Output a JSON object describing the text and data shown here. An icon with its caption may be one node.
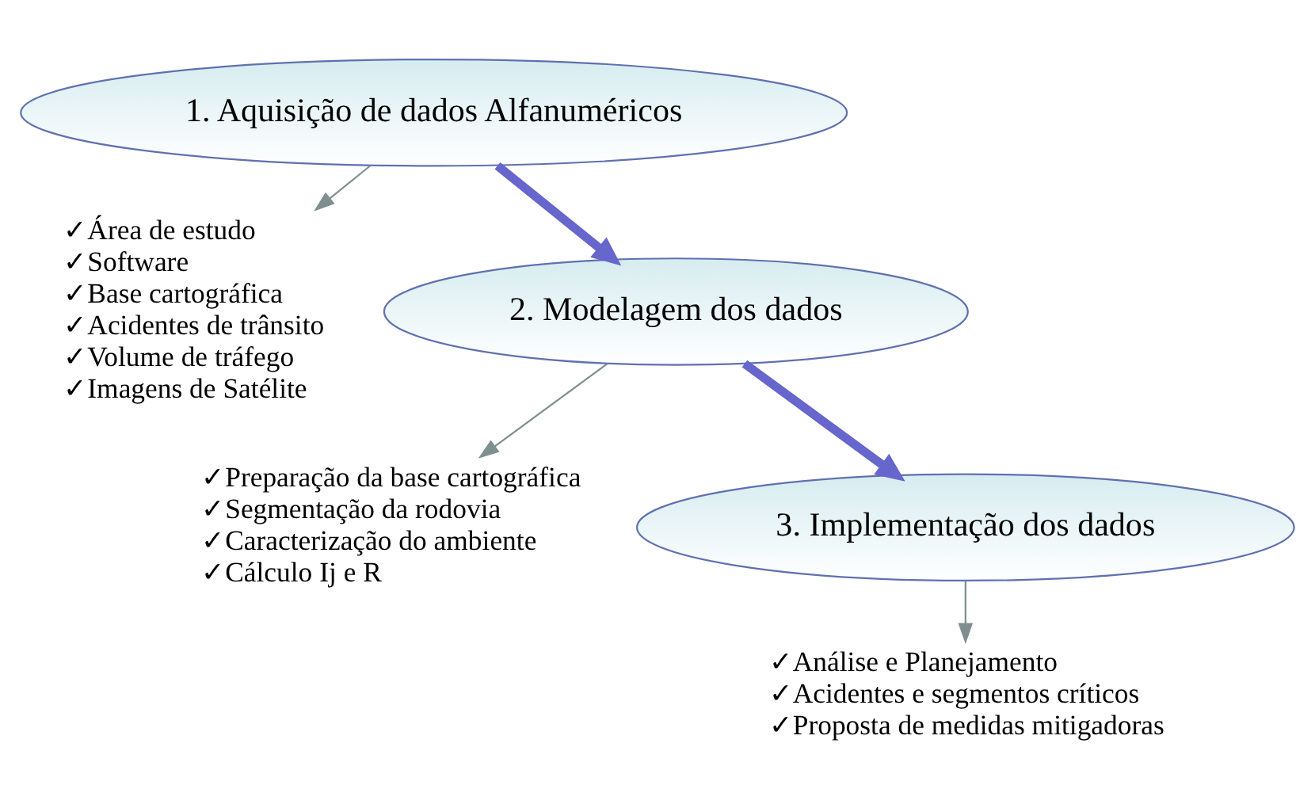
{
  "diagram": {
    "nodes": [
      {
        "text": [
          "1. Aquisição de dados Alfanuméricos"
        ]
      },
      {
        "text": [
          "✓Área de estudo",
          "✓Software",
          "✓Base cartográfica",
          "✓Acidentes de trânsito",
          "✓Volume de tráfego",
          "✓Imagens de Satélite"
        ]
      },
      {
        "text": [
          "2. Modelagem dos dados"
        ]
      },
      {
        "text": [
          "✓Preparação da base cartográfica",
          "✓Segmentação da rodovia",
          "✓Caracterização do ambiente",
          "✓Cálculo Ij e R"
        ]
      },
      {
        "text": [
          "3. Implementação dos dados"
        ]
      },
      {
        "text": [
          "✓Análise e Planejamento",
          "✓Acidentes e segmentos críticos",
          "✓Proposta de medidas mitigadoras"
        ]
      }
    ],
    "edges": [
      {
        "from": 0,
        "to": 1,
        "arrow": "to"
      },
      {
        "from": 0,
        "to": 2,
        "arrow": "to",
        "style": "thick",
        "color": "#6666cc"
      },
      {
        "from": 2,
        "to": 3,
        "arrow": "to"
      },
      {
        "from": 2,
        "to": 4,
        "arrow": "to",
        "style": "thick",
        "color": "#6666cc"
      },
      {
        "from": 4,
        "to": 5,
        "arrow": "to"
      }
    ]
  }
}
